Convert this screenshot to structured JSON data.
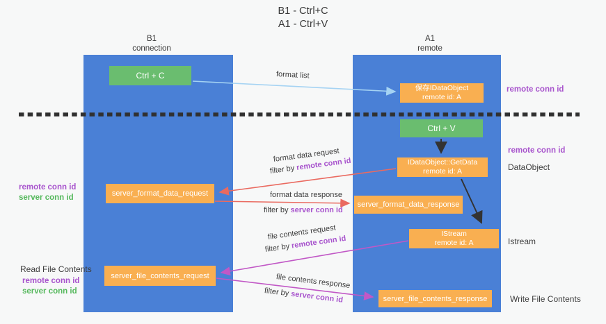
{
  "title": {
    "line1": "B1 - Ctrl+C",
    "line2": "A1 - Ctrl+V"
  },
  "columns": {
    "left": {
      "name": "B1",
      "subtitle": "connection"
    },
    "right": {
      "name": "A1",
      "subtitle": "remote"
    }
  },
  "nodes": {
    "ctrl_c": {
      "label": "Ctrl + C"
    },
    "ctrl_v": {
      "label": "Ctrl + V"
    },
    "save_idataobject": {
      "line1": "保存IDataObject",
      "line2": "remote id: A"
    },
    "idataobject_getdata": {
      "line1": "IDataObject::GetData",
      "line2": "remote id: A"
    },
    "istream": {
      "line1": "IStream",
      "line2": "remote id: A"
    },
    "server_format_data_request": {
      "label": "server_format_data_request"
    },
    "server_format_data_response": {
      "label": "server_format_data_response"
    },
    "server_file_contents_request": {
      "label": "server_file_contents_request"
    },
    "server_file_contents_response": {
      "label": "server_file_contents_response"
    }
  },
  "arrow_labels": {
    "format_list": "format list",
    "format_request": {
      "title": "format data request",
      "filter_prefix": "filter by ",
      "filter_value": "remote conn id"
    },
    "format_response": {
      "title": "format data response",
      "filter_prefix": "filter by ",
      "filter_value": "server conn id"
    },
    "file_request": {
      "title": "file contents request",
      "filter_prefix": "filter by ",
      "filter_value": "remote conn id"
    },
    "file_response": {
      "title": "file contents response",
      "filter_prefix": "filter by ",
      "filter_value": "server conn id"
    }
  },
  "side_labels": {
    "right_top_remote_conn": "remote conn id",
    "right_mid_remote_conn": "remote conn id",
    "right_dataobject": "DataObject",
    "right_istream": "Istream",
    "right_write_file": "Write File Contents",
    "left_remote_conn_1": "remote conn id",
    "left_server_conn_1": "server conn id",
    "left_read_file": "Read File Contents",
    "left_remote_conn_2": "remote conn id",
    "left_server_conn_2": "server conn id"
  },
  "colors": {
    "column_blue": "#4a80d6",
    "box_green": "#6abd6f",
    "box_orange": "#f9af51",
    "arrow_red": "#ea6a60",
    "arrow_magenta": "#c158c6",
    "arrow_light_blue": "#a5d3f3",
    "arrow_black": "#333333",
    "label_purple": "#a854cd",
    "label_green": "#55b85c",
    "dashed_line": "#303030"
  }
}
